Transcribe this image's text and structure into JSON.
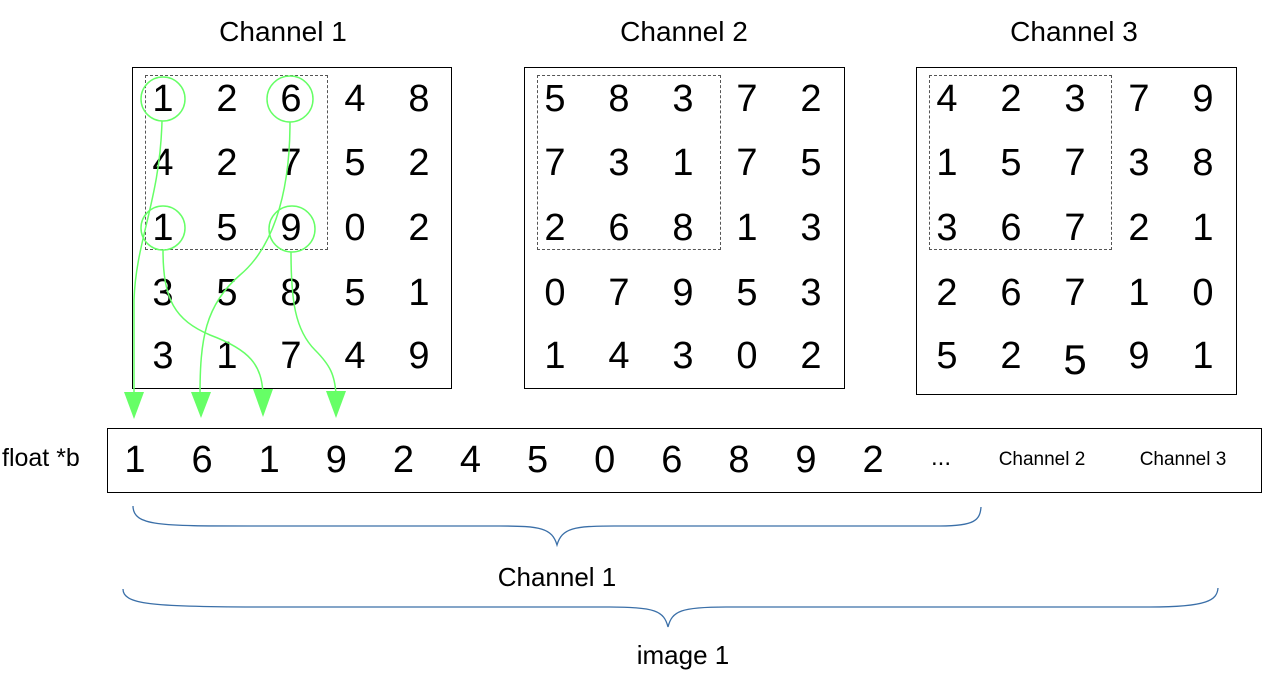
{
  "channels": [
    {
      "title": "Channel 1",
      "rows": [
        [
          "1",
          "2",
          "6",
          "4",
          "8"
        ],
        [
          "4",
          "2",
          "7",
          "5",
          "2"
        ],
        [
          "1",
          "5",
          "9",
          "0",
          "2"
        ],
        [
          "3",
          "5",
          "8",
          "5",
          "1"
        ],
        [
          "3",
          "1",
          "7",
          "4",
          "9"
        ]
      ]
    },
    {
      "title": "Channel 2",
      "rows": [
        [
          "5",
          "8",
          "3",
          "7",
          "2"
        ],
        [
          "7",
          "3",
          "1",
          "7",
          "5"
        ],
        [
          "2",
          "6",
          "8",
          "1",
          "3"
        ],
        [
          "0",
          "7",
          "9",
          "5",
          "3"
        ],
        [
          "1",
          "4",
          "3",
          "0",
          "2"
        ]
      ]
    },
    {
      "title": "Channel 3",
      "rows": [
        [
          "4",
          "2",
          "3",
          "7",
          "9"
        ],
        [
          "1",
          "5",
          "7",
          "3",
          "8"
        ],
        [
          "3",
          "6",
          "7",
          "2",
          "1"
        ],
        [
          "2",
          "6",
          "7",
          "1",
          "0"
        ],
        [
          "5",
          "2",
          "5",
          "9",
          "1"
        ]
      ]
    }
  ],
  "buffer": {
    "label": "float *b",
    "values": [
      "1",
      "6",
      "1",
      "9",
      "2",
      "4",
      "5",
      "0",
      "6",
      "8",
      "9",
      "2"
    ],
    "ellipsis": "...",
    "channel2_label": "Channel 2",
    "channel3_label": "Channel 3"
  },
  "braces": {
    "channel_label": "Channel 1",
    "image_label": "image 1"
  },
  "colors": {
    "highlight": "#66ff66",
    "brace": "#3a6fa8",
    "dashed": "#555555"
  }
}
